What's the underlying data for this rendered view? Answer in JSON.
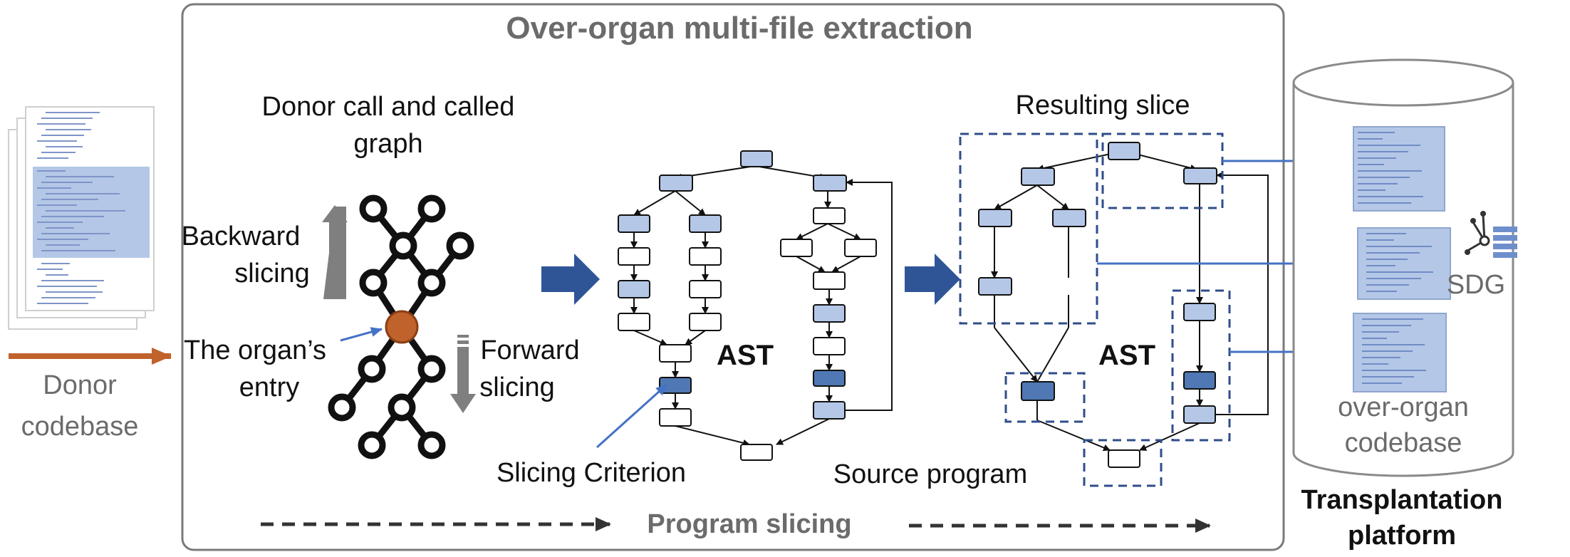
{
  "main_panel": {
    "title": "Over-organ multi-file extraction",
    "footer_label": "Program slicing"
  },
  "donor": {
    "label_line1": "Donor",
    "label_line2": "codebase"
  },
  "call_graph": {
    "title_line1": "Donor call and called",
    "title_line2": "graph",
    "backward_line1": "Backward",
    "backward_line2": "slicing",
    "forward_line1": "Forward",
    "forward_line2": "slicing",
    "entry_line1": "The organ’s",
    "entry_line2": "entry"
  },
  "source_program": {
    "ast_label": "AST",
    "caption": "Source program",
    "criterion_label": "Slicing Criterion"
  },
  "resulting_slice": {
    "title": "Resulting slice",
    "ast_label": "AST"
  },
  "platform": {
    "sdg_label": "SDG",
    "codebase_line1": "over-organ",
    "codebase_line2": "codebase",
    "title_line1": "Transplantation",
    "title_line2": "platform"
  },
  "colors": {
    "node_light": "#b4c7e7",
    "node_dark": "#4f78b4",
    "arrow_blue": "#2f5597",
    "link_blue": "#4472c4",
    "donor_arrow": "#c0622b",
    "organ_entry": "#c0622b",
    "gray_text": "#6b6b6b"
  }
}
